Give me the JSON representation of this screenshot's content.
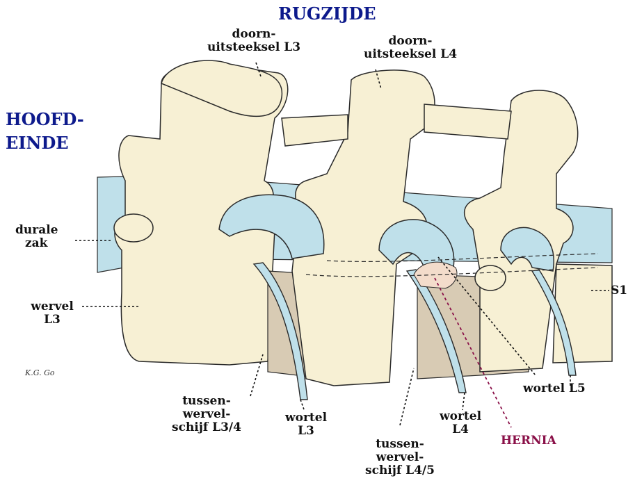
{
  "headings": {
    "top": "RUGZIJDE",
    "left_line1": "HOOFD-",
    "left_line2": "EINDE"
  },
  "labels": {
    "spinous_l3_line1": "doorn-",
    "spinous_l3_line2": "uitsteeksel L3",
    "spinous_l4_line1": "doorn-",
    "spinous_l4_line2": "uitsteeksel L4",
    "dural_line1": "durale",
    "dural_line2": "zak",
    "vertebra_line1": "wervel",
    "vertebra_line2": "L3",
    "s1": "S1",
    "disc34_line1": "tussen-",
    "disc34_line2": "wervel-",
    "disc34_line3": "schijf L3/4",
    "root_l3_line1": "wortel",
    "root_l3_line2": "L3",
    "disc45_line1": "tussen-",
    "disc45_line2": "wervel-",
    "disc45_line3": "schijf L4/5",
    "root_l4_line1": "wortel",
    "root_l4_line2": "L4",
    "root_l5": "wortel L5",
    "hernia": "HERNIA"
  },
  "signature": "K.G. Go",
  "colors": {
    "heading": "#0d1a8c",
    "hernia": "#8a1048",
    "bone": "#f7f0d4",
    "dura": "#bfe0ea",
    "disc": "#d8cbb4",
    "outline": "#2a2a2a"
  }
}
